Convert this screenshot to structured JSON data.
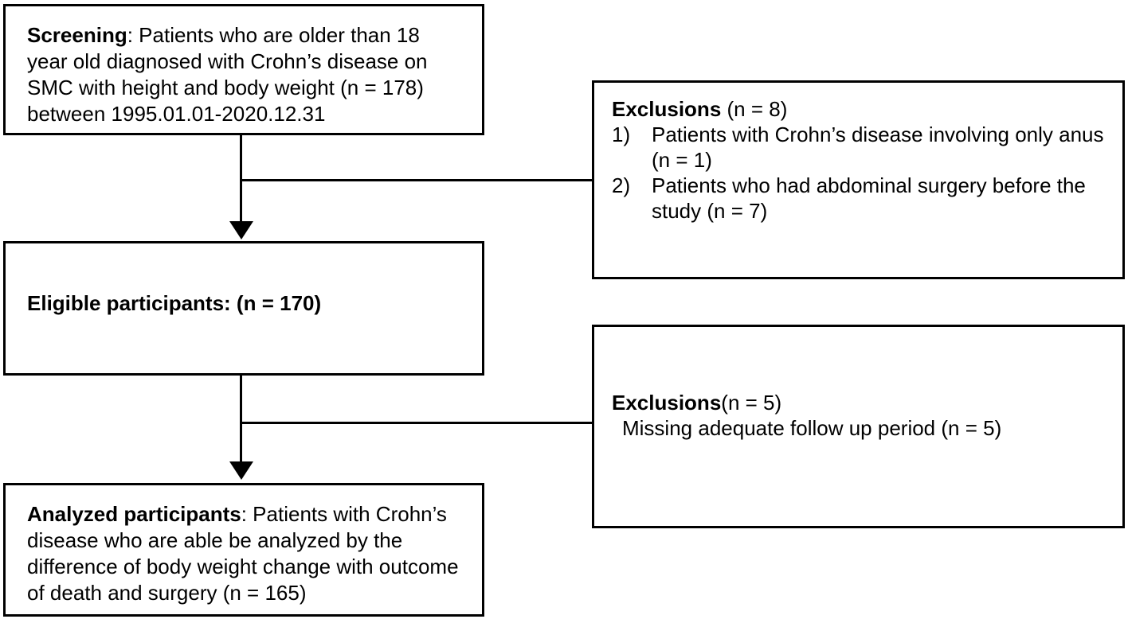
{
  "figure": {
    "background_color": "#ffffff",
    "line_color": "#000000",
    "text_color": "#000000"
  },
  "boxes": {
    "screening": {
      "label": "Screening",
      "line1_rest": ": Patients who are older than 18",
      "line2": "year old diagnosed with Crohn’s disease on",
      "line3": "SMC with height and body weight (n = 178)",
      "line4": "between 1995.01.01-2020.12.31"
    },
    "exclusions1": {
      "label": "Exclusions",
      "label_rest": " (n = 8)",
      "item1_marker": "1)",
      "item1_line1": "Patients with Crohn’s disease involving only anus",
      "item1_line2": "(n = 1)",
      "item2_marker": "2)",
      "item2_line1": "Patients who had abdominal surgery before the",
      "item2_line2": "study (n = 7)"
    },
    "eligible": {
      "text": "Eligible participants: (n = 170)"
    },
    "exclusions2": {
      "label": "Exclusions",
      "label_rest": "(n = 5)",
      "detail": "Missing adequate follow up period (n = 5)"
    },
    "analyzed": {
      "label": "Analyzed participants",
      "line1_rest": ": Patients with Crohn’s",
      "line2": "disease who are able be analyzed by the",
      "line3": "difference of body weight change with outcome",
      "line4": "of death and surgery (n = 165)"
    }
  }
}
